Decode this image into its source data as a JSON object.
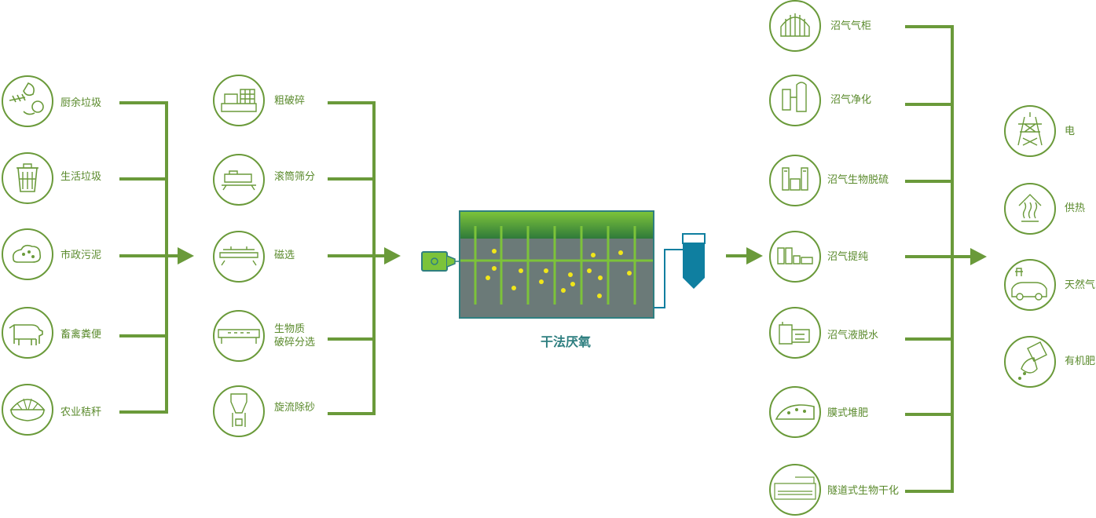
{
  "colors": {
    "green": "#6a9a3a",
    "dark_green": "#5a8a2c",
    "teal": "#2f7f80",
    "tank_body": "#6b7a78",
    "tank_top": "#7cc33a",
    "dots": "#f0e61a",
    "blue": "#0f7fa0"
  },
  "inputs": [
    {
      "label": "厨余垃圾",
      "icon": "food-waste-icon"
    },
    {
      "label": "生活垃圾",
      "icon": "trash-bin-icon"
    },
    {
      "label": "市政污泥",
      "icon": "sludge-icon"
    },
    {
      "label": "畜禽粪便",
      "icon": "cow-icon"
    },
    {
      "label": "农业秸秆",
      "icon": "straw-icon"
    }
  ],
  "pretreatment": [
    {
      "label": "粗破碎",
      "icon": "crusher-icon"
    },
    {
      "label": "滚筒筛分",
      "icon": "drum-screen-icon"
    },
    {
      "label": "磁选",
      "icon": "magnetic-separator-icon"
    },
    {
      "label_line1": "生物质",
      "label_line2": "破碎分选",
      "icon": "biomass-sorter-icon"
    },
    {
      "label": "旋流除砂",
      "icon": "cyclone-desander-icon"
    }
  ],
  "center": {
    "label": "干法厌氧"
  },
  "processing": [
    {
      "label": "沼气气柜",
      "icon": "gas-holder-icon"
    },
    {
      "label": "沼气净化",
      "icon": "gas-purifier-icon"
    },
    {
      "label": "沼气生物脱硫",
      "icon": "desulfurization-icon"
    },
    {
      "label": "沼气提纯",
      "icon": "upgrading-icon"
    },
    {
      "label": "沼气液脱水",
      "icon": "dewatering-icon"
    },
    {
      "label": "膜式堆肥",
      "icon": "membrane-compost-icon"
    },
    {
      "label": "隧道式生物干化",
      "icon": "tunnel-drying-icon"
    }
  ],
  "outputs": [
    {
      "label": "电",
      "icon": "power-tower-icon"
    },
    {
      "label": "供热",
      "icon": "heat-icon"
    },
    {
      "label": "天然气",
      "icon": "gas-car-icon"
    },
    {
      "label": "有机肥",
      "icon": "fertilizer-icon"
    }
  ]
}
